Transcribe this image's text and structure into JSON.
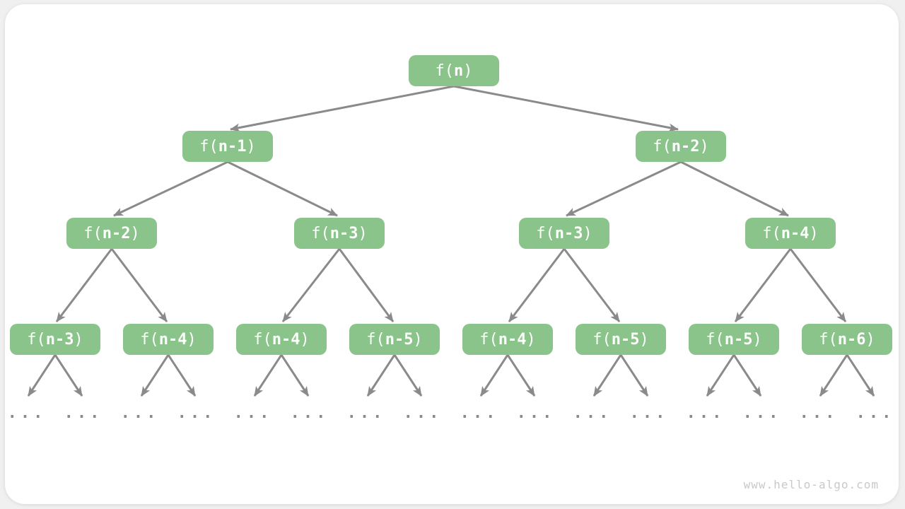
{
  "watermark": "www.hello-algo.com",
  "ellipsis": "...",
  "colors": {
    "node_fill": "#8ac48a",
    "node_text": "#ffffff",
    "arrow": "#8a8a8a",
    "ellipsis_dots": "#8a8a8a",
    "watermark_text": "#c9c9c9",
    "canvas": "#ffffff",
    "page_background": "#f0f0f0"
  },
  "diagram": {
    "type": "recursion-tree",
    "description": "Recursion tree of f(n) expanding into f(n-1) and f(n-2) sub-calls",
    "nodes": [
      {
        "pre": "f(",
        "arg": "n",
        "post": ")"
      },
      {
        "pre": "f(",
        "arg": "n-1",
        "post": ")"
      },
      {
        "pre": "f(",
        "arg": "n-2",
        "post": ")"
      },
      {
        "pre": "f(",
        "arg": "n-2",
        "post": ")"
      },
      {
        "pre": "f(",
        "arg": "n-3",
        "post": ")"
      },
      {
        "pre": "f(",
        "arg": "n-3",
        "post": ")"
      },
      {
        "pre": "f(",
        "arg": "n-4",
        "post": ")"
      },
      {
        "pre": "f(",
        "arg": "n-3",
        "post": ")"
      },
      {
        "pre": "f(",
        "arg": "n-4",
        "post": ")"
      },
      {
        "pre": "f(",
        "arg": "n-4",
        "post": ")"
      },
      {
        "pre": "f(",
        "arg": "n-5",
        "post": ")"
      },
      {
        "pre": "f(",
        "arg": "n-4",
        "post": ")"
      },
      {
        "pre": "f(",
        "arg": "n-5",
        "post": ")"
      },
      {
        "pre": "f(",
        "arg": "n-5",
        "post": ")"
      },
      {
        "pre": "f(",
        "arg": "n-6",
        "post": ")"
      }
    ]
  }
}
